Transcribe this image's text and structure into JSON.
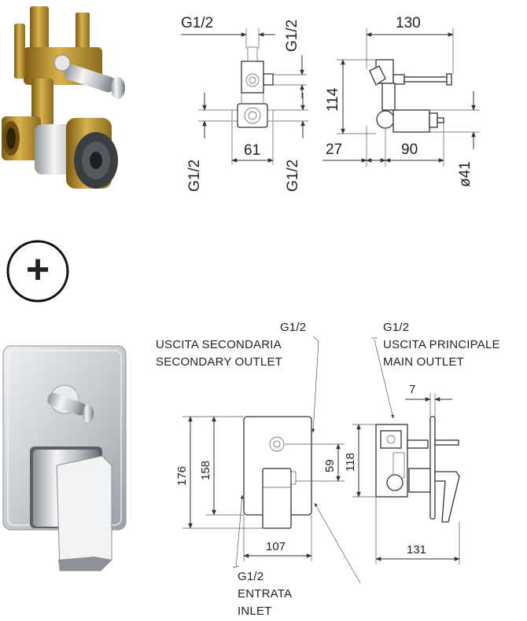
{
  "top_drawing": {
    "front": {
      "thread_top": "G1/2",
      "thread_right": "G1/2",
      "width": "61",
      "thread_bottom_left": "G1/2",
      "thread_bottom_right": "G1/2"
    },
    "side": {
      "depth": "130",
      "height": "114",
      "offset": "27",
      "body_depth": "90",
      "diameter": "ø41"
    }
  },
  "plus_symbol": "+",
  "bottom_drawing": {
    "secondary_outlet": {
      "thread": "G1/2",
      "label_it": "USCITA SECONDARIA",
      "label_en": "SECONDARY OUTLET"
    },
    "main_outlet": {
      "thread": "G1/2",
      "label_it": "USCITA PRINCIPALE",
      "label_en": "MAIN OUTLET"
    },
    "inlet": {
      "thread": "G1/2",
      "label_it": "ENTRATA",
      "label_en": "INLET"
    },
    "front": {
      "height_outer": "176",
      "height_plate": "158",
      "axis_height": "59",
      "width": "107"
    },
    "side": {
      "plate_thickness": "7",
      "height": "118",
      "depth": "131"
    }
  },
  "colors": {
    "brass": "#b8912e",
    "chrome": "#c9ccd0",
    "line": "#333333"
  }
}
